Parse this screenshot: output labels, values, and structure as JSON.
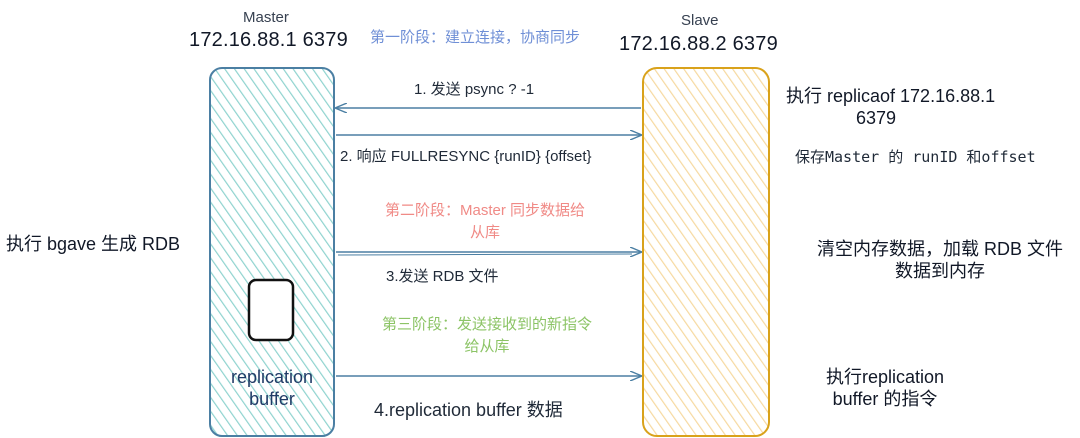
{
  "master": {
    "title": "Master",
    "address": "172.16.88.1 6379",
    "buffer_label_line1": "replication",
    "buffer_label_line2": "buffer",
    "action": "执行 bgave 生成 RDB"
  },
  "slave": {
    "title": "Slave",
    "address": "172.16.88.2 6379",
    "actions": {
      "replicaof_line1": "执行 replicaof 172.16.88.1",
      "replicaof_line2": "6379",
      "save_runid": "保存Master 的 runID 和offset",
      "load_rdb_line1": "清空内存数据，加载 RDB 文件",
      "load_rdb_line2": "数据到内存",
      "exec_buffer_line1": "执行replication",
      "exec_buffer_line2": "buffer 的指令"
    }
  },
  "stages": {
    "stage1": "第一阶段：建立连接，协商同步",
    "stage2_line1": "第二阶段：Master 同步数据给",
    "stage2_line2": "从库",
    "stage3_line1": "第三阶段：发送接收到的新指令",
    "stage3_line2": "给从库"
  },
  "messages": {
    "m1": "1. 发送 psync ? -1",
    "m2": "2. 响应 FULLRESYNC {runID} {offset}",
    "m3": "3.发送 RDB 文件",
    "m4": "4.replication buffer 数据"
  },
  "colors": {
    "master_stroke": "#4b7fa3",
    "master_hatch": "#8fd3cf",
    "slave_stroke": "#d9a21b",
    "slave_hatch": "#f6d9a0",
    "arrow": "#4b7fa3",
    "stage1": "#6f8fd6",
    "stage2": "#f08a86",
    "stage3": "#8cc466"
  }
}
